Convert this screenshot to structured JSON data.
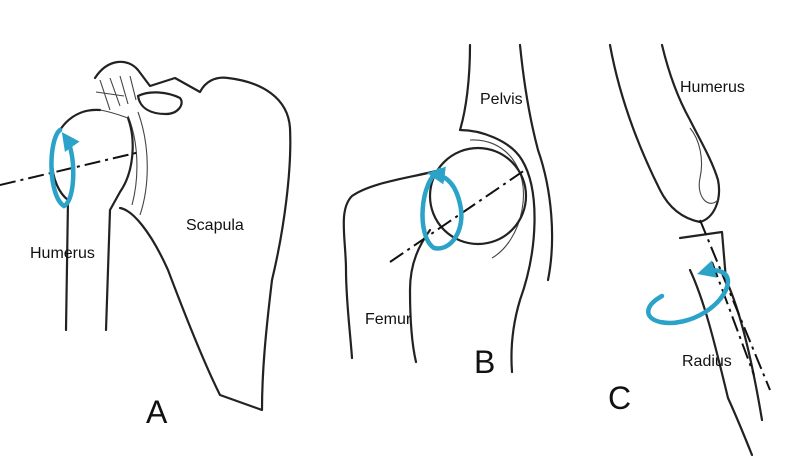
{
  "colors": {
    "rotation_arrow": "#2ba3c8",
    "line": "#222222",
    "background": "#ffffff"
  },
  "panel_a": {
    "letter": "A",
    "labels": {
      "humerus": "Humerus",
      "scapula": "Scapula"
    }
  },
  "panel_b": {
    "letter": "B",
    "labels": {
      "pelvis": "Pelvis",
      "femur": "Femur"
    }
  },
  "panel_c": {
    "letter": "C",
    "labels": {
      "humerus": "Humerus",
      "radius": "Radius"
    }
  }
}
